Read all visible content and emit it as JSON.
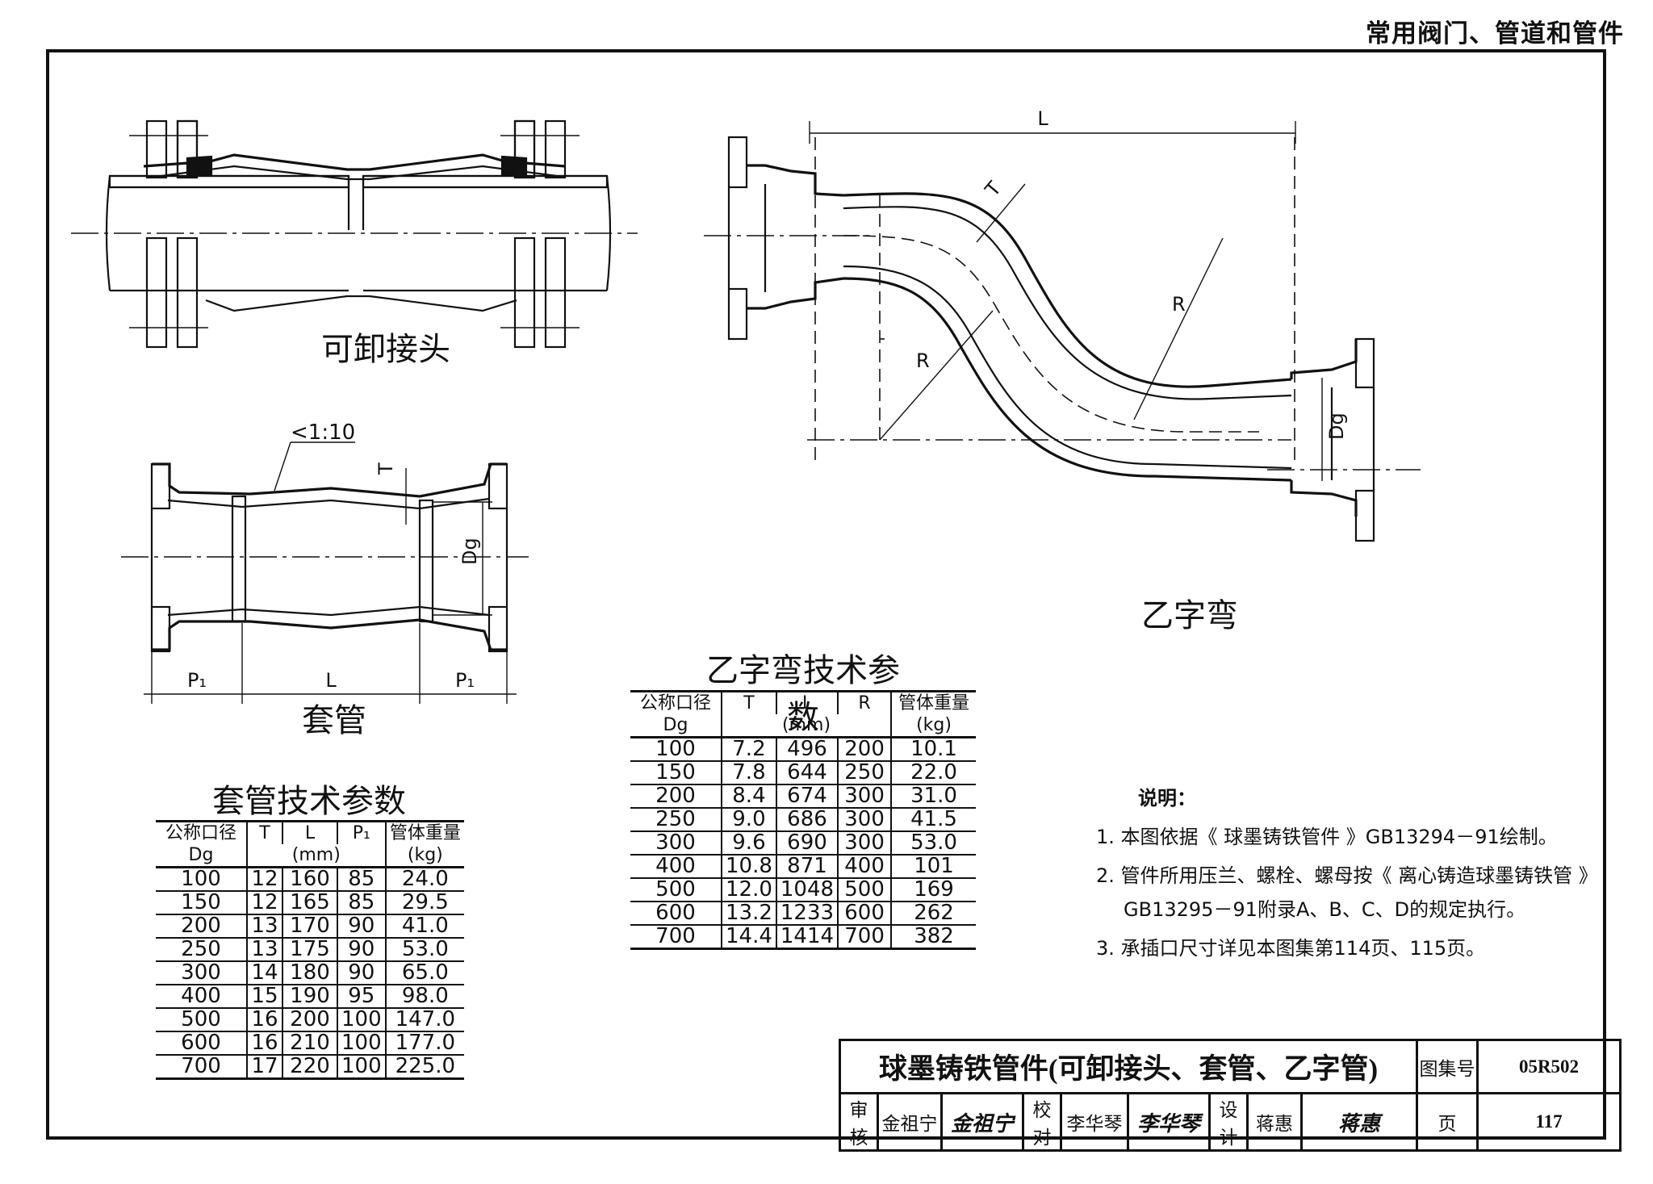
{
  "header": {
    "category": "常用阀门、管道和管件"
  },
  "drawings": {
    "coupling_caption": "可卸接头",
    "sleeve_caption": "套管",
    "offset_caption": "乙字弯",
    "taper_label": "<1:10",
    "dim_T": "T",
    "dim_Dg": "Dg",
    "dim_L": "L",
    "dim_R": "R",
    "dim_P1": "P₁"
  },
  "sleeve_table": {
    "title": "套管技术参数",
    "headers": [
      "公称口径",
      "T",
      "L",
      "P₁",
      "管体重量"
    ],
    "subheaders": [
      "Dg",
      "(mm)",
      "(kg)"
    ],
    "rows": [
      [
        "100",
        "12",
        "160",
        "85",
        "24.0"
      ],
      [
        "150",
        "12",
        "165",
        "85",
        "29.5"
      ],
      [
        "200",
        "13",
        "170",
        "90",
        "41.0"
      ],
      [
        "250",
        "13",
        "175",
        "90",
        "53.0"
      ],
      [
        "300",
        "14",
        "180",
        "90",
        "65.0"
      ],
      [
        "400",
        "15",
        "190",
        "95",
        "98.0"
      ],
      [
        "500",
        "16",
        "200",
        "100",
        "147.0"
      ],
      [
        "600",
        "16",
        "210",
        "100",
        "177.0"
      ],
      [
        "700",
        "17",
        "220",
        "100",
        "225.0"
      ]
    ]
  },
  "offset_table": {
    "title": "乙字弯技术参数",
    "headers": [
      "公称口径",
      "T",
      "L",
      "R",
      "管体重量"
    ],
    "subheaders": [
      "Dg",
      "(mm)",
      "(kg)"
    ],
    "rows": [
      [
        "100",
        "7.2",
        "496",
        "200",
        "10.1"
      ],
      [
        "150",
        "7.8",
        "644",
        "250",
        "22.0"
      ],
      [
        "200",
        "8.4",
        "674",
        "300",
        "31.0"
      ],
      [
        "250",
        "9.0",
        "686",
        "300",
        "41.5"
      ],
      [
        "300",
        "9.6",
        "690",
        "300",
        "53.0"
      ],
      [
        "400",
        "10.8",
        "871",
        "400",
        "101"
      ],
      [
        "500",
        "12.0",
        "1048",
        "500",
        "169"
      ],
      [
        "600",
        "13.2",
        "1233",
        "600",
        "262"
      ],
      [
        "700",
        "14.4",
        "1414",
        "700",
        "382"
      ]
    ]
  },
  "notes": {
    "heading": "说明：",
    "items": [
      "1. 本图依据《 球墨铸铁管件 》GB13294－91绘制。",
      "2. 管件所用压兰、螺栓、螺母按《 离心铸造球墨铸铁管 》",
      "GB13295－91附录A、B、C、D的规定执行。",
      "3. 承插口尺寸详见本图集第114页、115页。"
    ]
  },
  "title_block": {
    "drawing_title": "球墨铸铁管件(可卸接头、套管、乙字管)",
    "atlas_label": "图集号",
    "atlas_no": "05R502",
    "review_label": "审核",
    "reviewer": "金祖宁",
    "reviewer_sign": "金祖宁",
    "check_label": "校对",
    "checker": "李华琴",
    "checker_sign": "李华琴",
    "design_label": "设计",
    "designer": "蒋惠",
    "designer_sign": "蒋惠",
    "page_label": "页",
    "page_no": "117"
  }
}
